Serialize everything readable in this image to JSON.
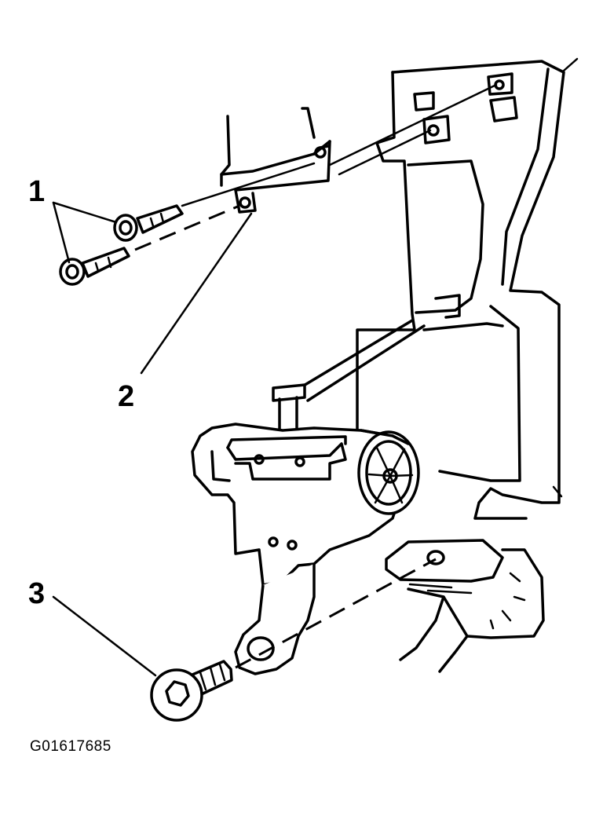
{
  "callouts": [
    {
      "id": "callout-1",
      "label": "1"
    },
    {
      "id": "callout-2",
      "label": "2"
    },
    {
      "id": "callout-3",
      "label": "3"
    }
  ],
  "figure_id": "G01617685"
}
